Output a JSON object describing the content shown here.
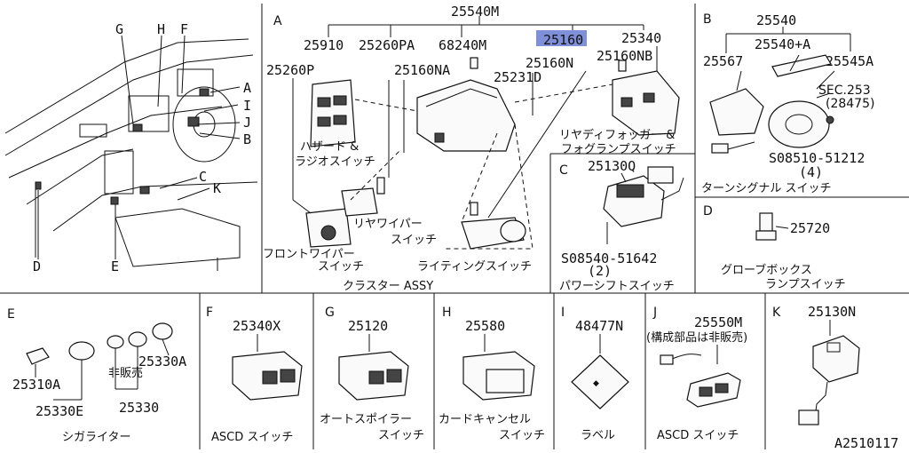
{
  "overview": {
    "letters": [
      "G",
      "H",
      "F",
      "A",
      "I",
      "J",
      "B",
      "C",
      "K",
      "D",
      "E"
    ]
  },
  "panel_a": {
    "letter": "A",
    "top": "25540M",
    "p25910": "25910",
    "p25260pa": "25260PA",
    "p68240m": "68240M",
    "p25160": "25160",
    "p25340": "25340",
    "p25260p": "25260P",
    "p25160na": "25160NA",
    "p25231d": "25231D",
    "p25160n": "25160N",
    "p25160nb": "25160NB",
    "hazard_l1": "ハザード &",
    "hazard_l2": "ラジオスイッチ",
    "rear_def_l1": "リヤディフォッガー &",
    "rear_def_l2": "フォグランプスイッチ",
    "rear_wiper_l1": "リヤワイパー",
    "rear_wiper_l2": "スイッチ",
    "front_wiper_l1": "フロントワイパー",
    "front_wiper_l2": "スイッチ",
    "lighting": "ライティングスイッチ",
    "cluster": "クラスター ASSY"
  },
  "panel_b": {
    "letter": "B",
    "p25540": "25540",
    "p25540a": "25540+A",
    "p25567": "25567",
    "p25545a": "25545A",
    "sec1": "SEC.253",
    "sec2": "(28475)",
    "bolt": "S08510-51212",
    "qty": "(4)",
    "caption": "ターンシグナル スイッチ"
  },
  "panel_c": {
    "letter": "C",
    "p25130q": "25130Q",
    "bolt": "S08540-51642",
    "qty": "(2)",
    "caption": "パワーシフトスイッチ"
  },
  "panel_d": {
    "letter": "D",
    "p25720": "25720",
    "caption_l1": "グローブボックス",
    "caption_l2": "ランプスイッチ"
  },
  "panel_e": {
    "letter": "E",
    "p25310a": "25310A",
    "p25330e": "25330E",
    "not_sold": "非販売",
    "p25330a": "25330A",
    "p25330": "25330",
    "caption": "シガライター"
  },
  "panel_f": {
    "letter": "F",
    "part": "25340X",
    "caption": "ASCD スイッチ"
  },
  "panel_g": {
    "letter": "G",
    "part": "25120",
    "caption_l1": "オートスポイラー",
    "caption_l2": "スイッチ"
  },
  "panel_h": {
    "letter": "H",
    "part": "25580",
    "caption_l1": "カードキャンセル",
    "caption_l2": "スイッチ"
  },
  "panel_i": {
    "letter": "I",
    "part": "48477N",
    "caption": "ラベル"
  },
  "panel_j": {
    "letter": "J",
    "part": "25550M",
    "note": "(構成部品は非販売)",
    "caption": "ASCD スイッチ"
  },
  "panel_k": {
    "letter": "K",
    "part": "25130N"
  },
  "figure_id": "A2510117",
  "highlight_color": "#7f8fd8"
}
